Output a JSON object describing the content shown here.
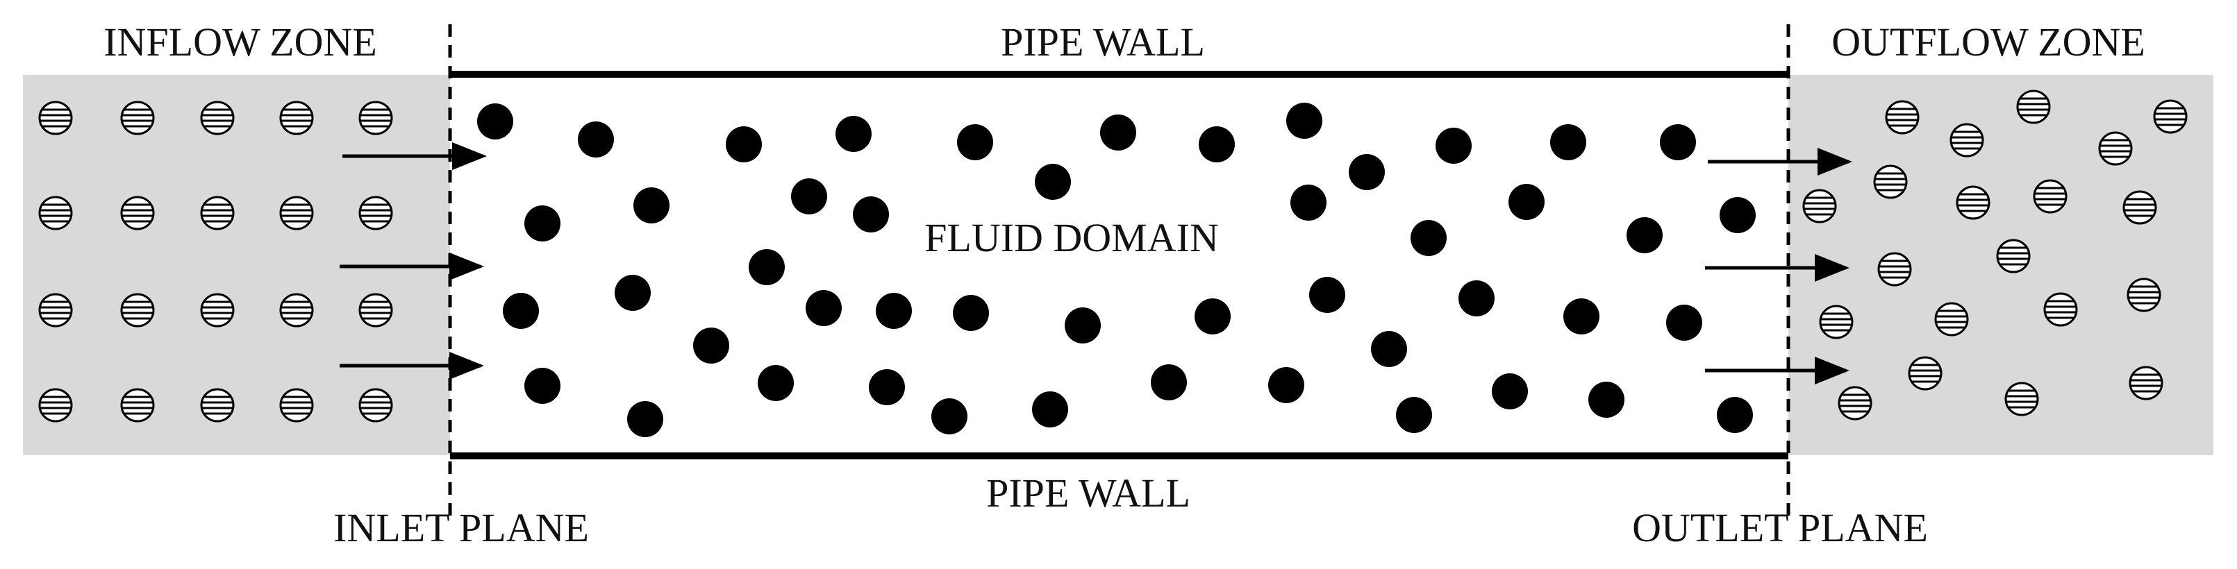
{
  "labels": {
    "inflow_zone": "INFLOW ZONE",
    "outflow_zone": "OUTFLOW ZONE",
    "pipe_wall_top": "PIPE WALL",
    "pipe_wall_bottom": "PIPE WALL",
    "fluid_domain": "FLUID DOMAIN",
    "inlet_plane": "INLET PLANE",
    "outlet_plane": "OUTLET PLANE"
  },
  "colors": {
    "zone_fill": "#d9d9d9",
    "particle": "#000000",
    "line": "#000000",
    "text": "#111111"
  },
  "legend_semantics": {
    "solid_particle": "fluid particle",
    "striped_particle": "boundary-zone particle"
  }
}
